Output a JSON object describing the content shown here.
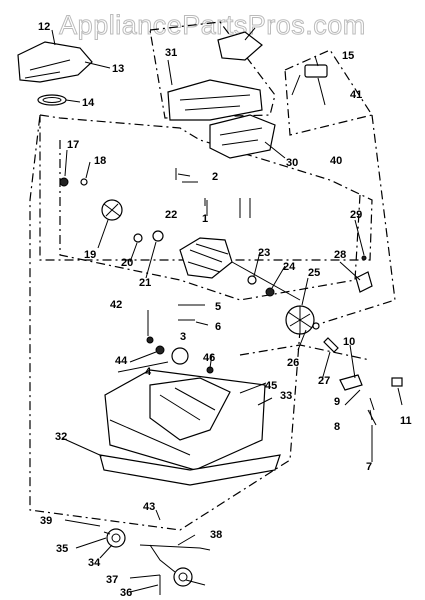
{
  "watermark": "AppliancePartsPros.com",
  "callouts": [
    "1",
    "2",
    "3",
    "4",
    "5",
    "6",
    "7",
    "8",
    "9",
    "10",
    "11",
    "12",
    "13",
    "14",
    "15",
    "17",
    "18",
    "19",
    "20",
    "21",
    "22",
    "23",
    "24",
    "25",
    "26",
    "27",
    "28",
    "29",
    "30",
    "31",
    "32",
    "33",
    "34",
    "35",
    "36",
    "37",
    "38",
    "39",
    "40",
    "41",
    "42",
    "43",
    "44",
    "45",
    "46"
  ]
}
